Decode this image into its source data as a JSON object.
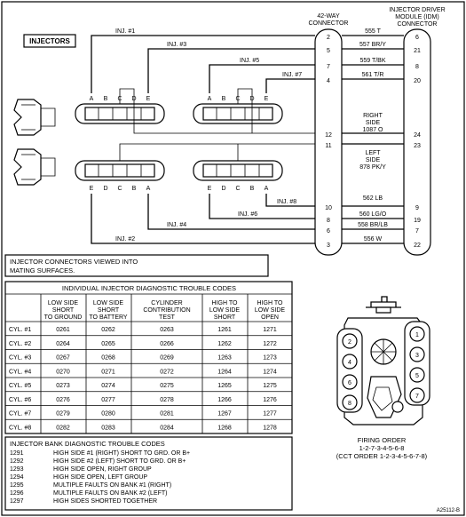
{
  "diagram": {
    "title_box": "INJECTORS",
    "connector_42way_label": [
      "42-WAY",
      "CONNECTOR"
    ],
    "idm_label": [
      "INJECTOR DRIVER",
      "MODULE (IDM)",
      "CONNECTOR"
    ],
    "top_connector_letters": [
      "A",
      "B",
      "C",
      "D",
      "E"
    ],
    "bottom_connector_letters": [
      "E",
      "D",
      "C",
      "B",
      "A"
    ],
    "injector_labels": {
      "inj1": "INJ. #1",
      "inj3": "INJ. #3",
      "inj5": "INJ. #5",
      "inj7": "INJ. #7",
      "inj8": "INJ. #8",
      "inj6": "INJ. #6",
      "inj4": "INJ. #4",
      "inj2": "INJ. #2"
    },
    "wires_top": [
      {
        "pin42": "2",
        "circuit": "555 T",
        "pinIdm": "6"
      },
      {
        "pin42": "5",
        "circuit": "557 BR/Y",
        "pinIdm": "21"
      },
      {
        "pin42": "7",
        "circuit": "559 T/BK",
        "pinIdm": "8"
      },
      {
        "pin42": "4",
        "circuit": "561 T/R",
        "pinIdm": "20"
      }
    ],
    "right_side": {
      "label": [
        "RIGHT",
        "SIDE",
        "1087 O"
      ],
      "pin42": "12",
      "pinIdm": "24"
    },
    "left_side": {
      "label": [
        "LEFT",
        "SIDE",
        "878 PK/Y"
      ],
      "pin42": "11",
      "pinIdm": "23"
    },
    "wires_bottom": [
      {
        "pin42": "10",
        "circuit": "562 LB",
        "pinIdm": "9"
      },
      {
        "pin42": "8",
        "circuit": "560 LG/O",
        "pinIdm": "19"
      },
      {
        "pin42": "6",
        "circuit": "558 BR/LB",
        "pinIdm": "7"
      },
      {
        "pin42": "3",
        "circuit": "556 W",
        "pinIdm": "22"
      }
    ],
    "note": [
      "INJECTOR CONNECTORS VIEWED INTO",
      "MATING SURFACES."
    ]
  },
  "dtc_table": {
    "title": "INDIVIDUAL INJECTOR DIAGNOSTIC TROUBLE CODES",
    "headers": [
      [
        "LOW SIDE",
        "SHORT",
        "TO GROUND"
      ],
      [
        "LOW SIDE",
        "SHORT",
        "TO BATTERY"
      ],
      [
        "CYLINDER",
        "CONTRIBUTION",
        "TEST"
      ],
      [
        "HIGH TO",
        "LOW SIDE",
        "SHORT"
      ],
      [
        "HIGH TO",
        "LOW SIDE",
        "OPEN"
      ]
    ],
    "rows": [
      {
        "cyl": "CYL. #1",
        "vals": [
          "0261",
          "0262",
          "0263",
          "1261",
          "1271"
        ]
      },
      {
        "cyl": "CYL. #2",
        "vals": [
          "0264",
          "0265",
          "0266",
          "1262",
          "1272"
        ]
      },
      {
        "cyl": "CYL. #3",
        "vals": [
          "0267",
          "0268",
          "0269",
          "1263",
          "1273"
        ]
      },
      {
        "cyl": "CYL. #4",
        "vals": [
          "0270",
          "0271",
          "0272",
          "1264",
          "1274"
        ]
      },
      {
        "cyl": "CYL. #5",
        "vals": [
          "0273",
          "0274",
          "0275",
          "1265",
          "1275"
        ]
      },
      {
        "cyl": "CYL. #6",
        "vals": [
          "0276",
          "0277",
          "0278",
          "1266",
          "1276"
        ]
      },
      {
        "cyl": "CYL. #7",
        "vals": [
          "0279",
          "0280",
          "0281",
          "1267",
          "1277"
        ]
      },
      {
        "cyl": "CYL. #8",
        "vals": [
          "0282",
          "0283",
          "0284",
          "1268",
          "1278"
        ]
      }
    ]
  },
  "bank_codes": {
    "title": "INJECTOR BANK DIAGNOSTIC TROUBLE CODES",
    "items": [
      {
        "code": "1291",
        "desc": "HIGH SIDE #1 (RIGHT) SHORT TO GRD. OR B+"
      },
      {
        "code": "1292",
        "desc": "HIGH SIDE #2 (LEFT) SHORT TO GRD. OR B+"
      },
      {
        "code": "1293",
        "desc": "HIGH SIDE OPEN, RIGHT GROUP"
      },
      {
        "code": "1294",
        "desc": "HIGH SIDE OPEN, LEFT GROUP"
      },
      {
        "code": "1295",
        "desc": "MULTIPLE FAULTS ON BANK #1 (RIGHT)"
      },
      {
        "code": "1296",
        "desc": "MULTIPLE FAULTS ON BANK #2 (LEFT)"
      },
      {
        "code": "1297",
        "desc": "HIGH SIDES SHORTED TOGETHER"
      }
    ]
  },
  "engine": {
    "left_bank": [
      "2",
      "4",
      "6",
      "8"
    ],
    "right_bank": [
      "1",
      "3",
      "5",
      "7"
    ],
    "firing_order": [
      "FIRING ORDER",
      "1-2-7-3-4-5-6-8",
      "(CCT ORDER 1-2-3-4-5-6-7-8)"
    ]
  },
  "figure_id": "A25112-B"
}
